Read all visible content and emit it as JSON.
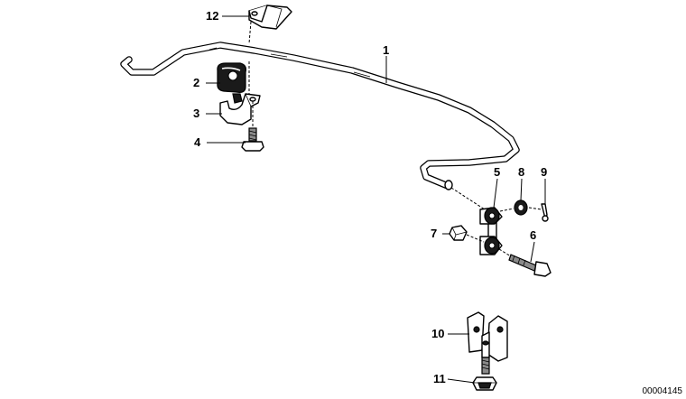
{
  "diagram": {
    "reference_code": "00004145",
    "callouts": [
      {
        "id": "1",
        "label": "1"
      },
      {
        "id": "2",
        "label": "2"
      },
      {
        "id": "3",
        "label": "3"
      },
      {
        "id": "4",
        "label": "4"
      },
      {
        "id": "5",
        "label": "5"
      },
      {
        "id": "6",
        "label": "6"
      },
      {
        "id": "7",
        "label": "7"
      },
      {
        "id": "8",
        "label": "8"
      },
      {
        "id": "9",
        "label": "9"
      },
      {
        "id": "10",
        "label": "10"
      },
      {
        "id": "11",
        "label": "11"
      },
      {
        "id": "12",
        "label": "12"
      }
    ]
  }
}
